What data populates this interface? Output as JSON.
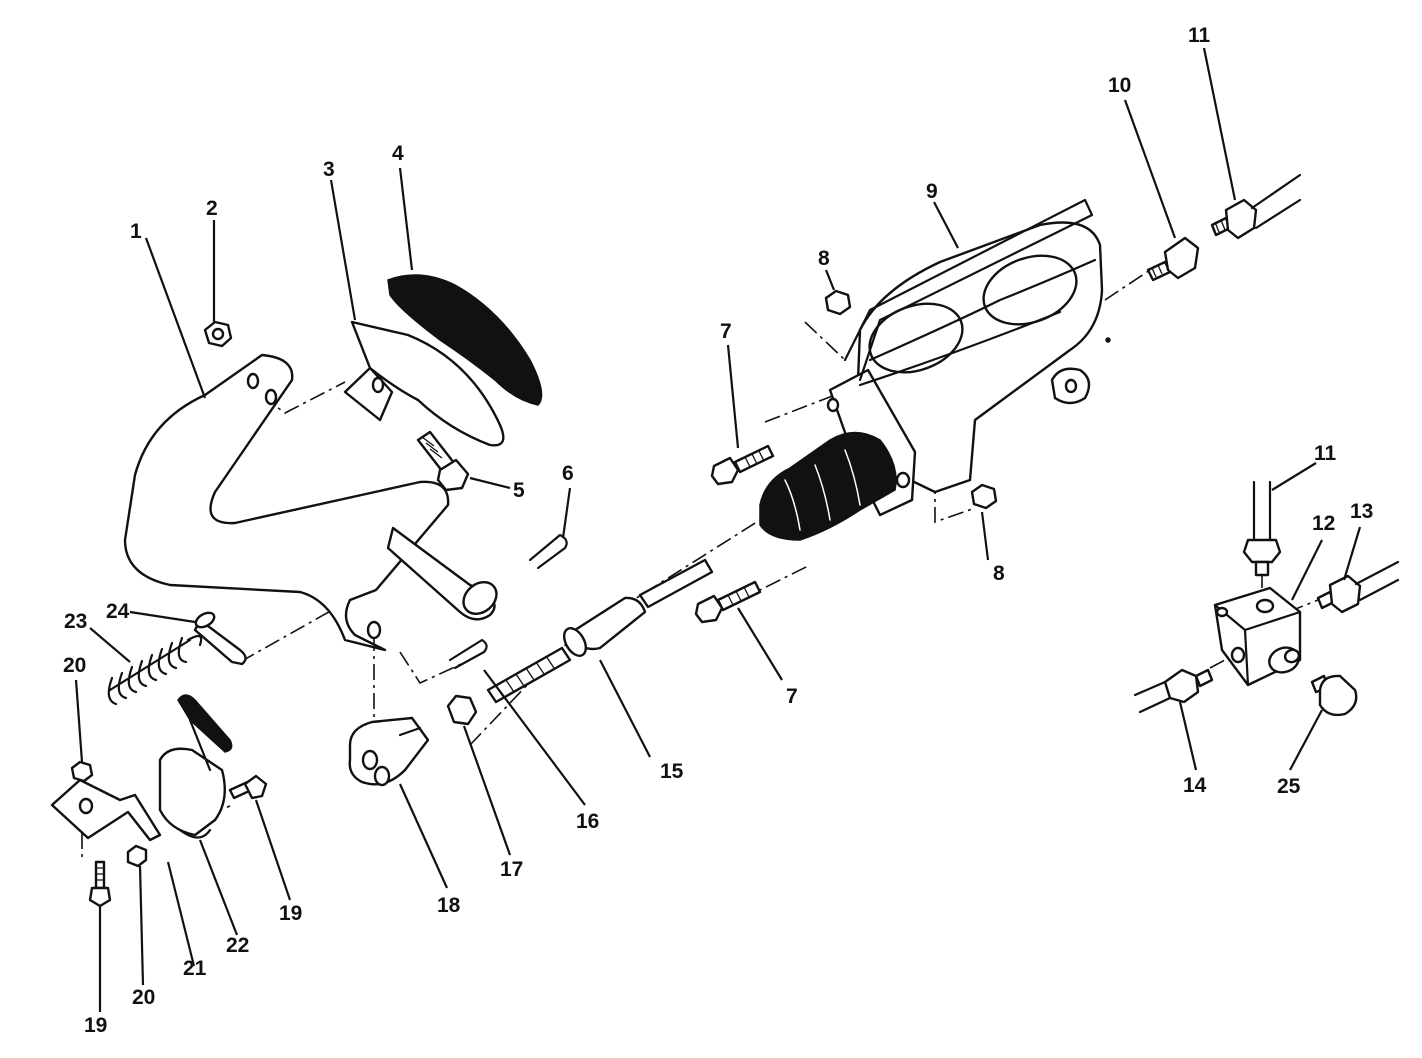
{
  "callouts": [
    "1",
    "2",
    "3",
    "4",
    "5",
    "6",
    "7",
    "7",
    "8",
    "8",
    "9",
    "10",
    "11",
    "11",
    "12",
    "13",
    "14",
    "15",
    "16",
    "17",
    "18",
    "19",
    "19",
    "20",
    "20",
    "21",
    "22",
    "23",
    "24",
    "25"
  ],
  "colors": {
    "ink": "#111111",
    "paper": "#ffffff"
  }
}
